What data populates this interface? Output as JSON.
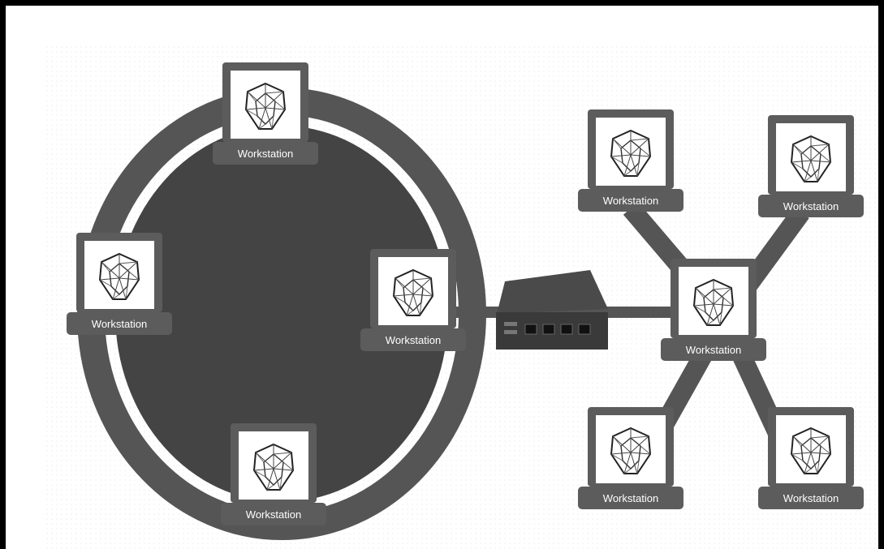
{
  "colors": {
    "frame": "#000000",
    "link": "#555555",
    "ring_fill": "#444444",
    "laptop_body": "#5c5c5c",
    "screen_bezel": "#ffffff",
    "switch_body": "#3a3a3a"
  },
  "icons": {
    "workstation": "laptop-icon",
    "logo": "geometric-shield-logo",
    "switch": "network-switch-icon"
  },
  "ring_network": {
    "workstations": [
      {
        "label": "Workstation"
      },
      {
        "label": "Workstation"
      },
      {
        "label": "Workstation"
      },
      {
        "label": "Workstation"
      }
    ]
  },
  "star_network": {
    "hub": {
      "label": "Workstation"
    },
    "workstations": [
      {
        "label": "Workstation"
      },
      {
        "label": "Workstation"
      },
      {
        "label": "Workstation"
      },
      {
        "label": "Workstation"
      }
    ]
  },
  "switch": {
    "ports": 4
  }
}
